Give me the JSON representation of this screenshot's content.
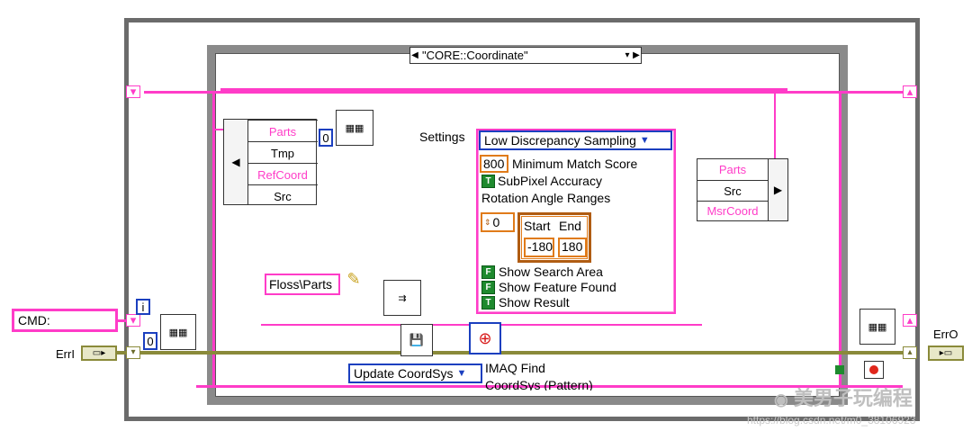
{
  "case_selector": {
    "label": "\"CORE::Coordinate\""
  },
  "bundler_left": {
    "items": [
      "Parts",
      "Tmp",
      "RefCoord",
      "Src"
    ]
  },
  "bundler_right": {
    "items": [
      "Parts",
      "Src",
      "MsrCoord"
    ]
  },
  "settings": {
    "label": "Settings",
    "sampling": "Low Discrepancy Sampling",
    "min_score_value": "800",
    "min_score_label": "Minimum Match Score",
    "subpixel_label": "SubPixel Accuracy",
    "subpixel_flag": "T",
    "rotation_label": "Rotation Angle Ranges",
    "rotation_index": "0",
    "range_start_label": "Start",
    "range_end_label": "End",
    "range_start_value": "-180",
    "range_end_value": "180",
    "show_search_area": "Show Search Area",
    "show_search_area_flag": "F",
    "show_feature_found": "Show Feature Found",
    "show_feature_found_flag": "F",
    "show_result": "Show Result",
    "show_result_flag": "T"
  },
  "index_const_top": "0",
  "index_const_left": "0",
  "index_i": "i",
  "path_const": "Floss\\Parts",
  "cmd_control": "CMD:",
  "err_in_label": "ErrI",
  "err_out_label": "ErrO",
  "update_dropdown": "Update CoordSys",
  "imaq_label_line1": "IMAQ Find",
  "imaq_label_line2": "CoordSys (Pattern)",
  "watermark": {
    "wechat": "美男子玩编程",
    "url": "https://blog.csdn.net/m0_38106923"
  },
  "colors": {
    "pink_wire": "#ff3cc8",
    "blue": "#1b3fbf",
    "orange": "#e07b1a",
    "green": "#1e8a2e",
    "olive": "#8a8a3a"
  }
}
